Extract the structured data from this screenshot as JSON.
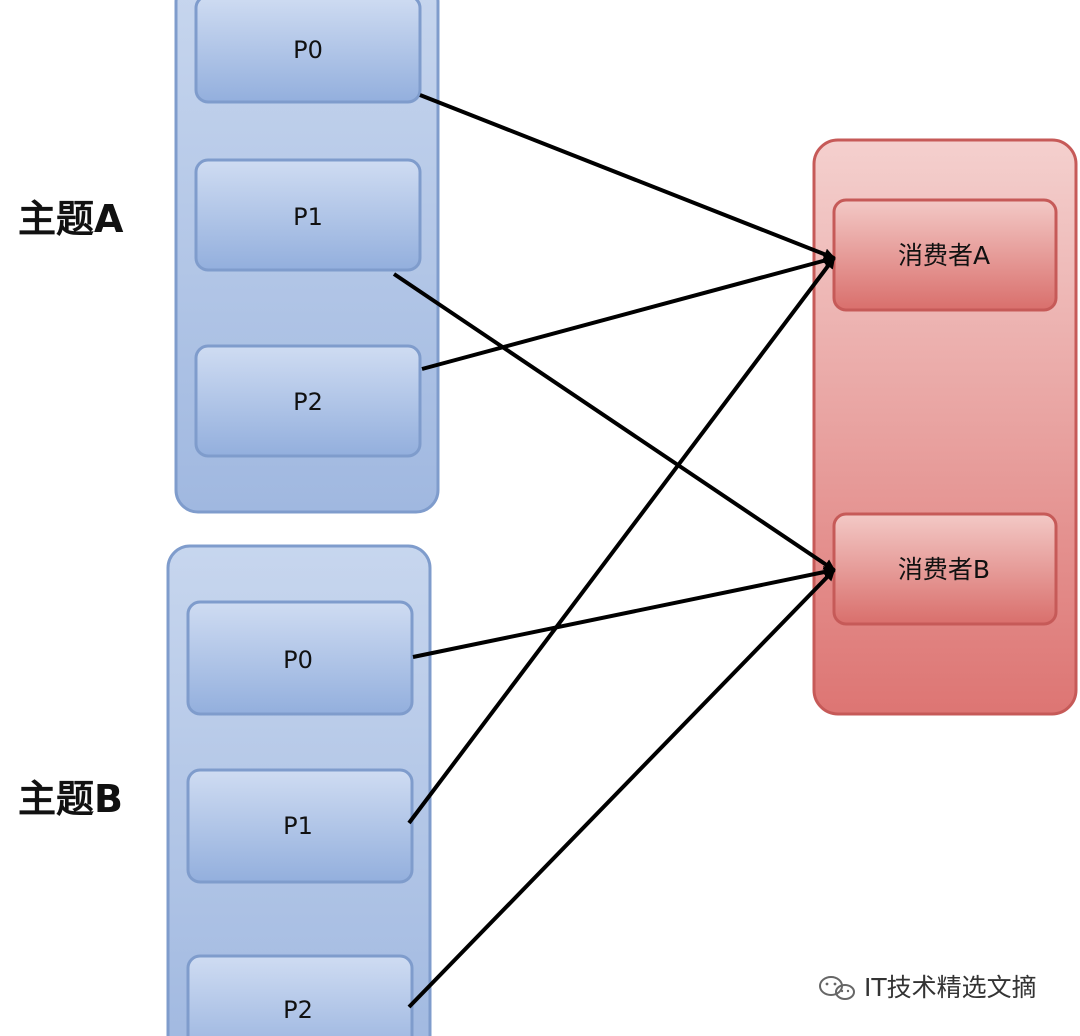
{
  "topics": [
    {
      "label": "主题A",
      "partitions": [
        "P0",
        "P1",
        "P2"
      ]
    },
    {
      "label": "主题B",
      "partitions": [
        "P0",
        "P1",
        "P2"
      ]
    }
  ],
  "consumer_group": {
    "consumers": [
      "消费者A",
      "消费者B"
    ]
  },
  "colors": {
    "topic_fill_top": "#c7d6ee",
    "topic_fill_bottom": "#a0b8e0",
    "topic_stroke": "#7f9ccc",
    "consumer_group_fill_top": "#f1c6c4",
    "consumer_group_fill_bottom": "#dd7573",
    "consumer_stroke": "#c65a58",
    "arrow": "#000000"
  },
  "assignments": [
    {
      "topic": "主题A",
      "partition": "P0",
      "consumer": "消费者A"
    },
    {
      "topic": "主题A",
      "partition": "P1",
      "consumer": "消费者B"
    },
    {
      "topic": "主题A",
      "partition": "P2",
      "consumer": "消费者A"
    },
    {
      "topic": "主题B",
      "partition": "P0",
      "consumer": "消费者B"
    },
    {
      "topic": "主题B",
      "partition": "P1",
      "consumer": "消费者A"
    },
    {
      "topic": "主题B",
      "partition": "P2",
      "consumer": "消费者B"
    }
  ],
  "watermark": {
    "icon": "wechat-icon",
    "text": "IT技术精选文摘"
  }
}
